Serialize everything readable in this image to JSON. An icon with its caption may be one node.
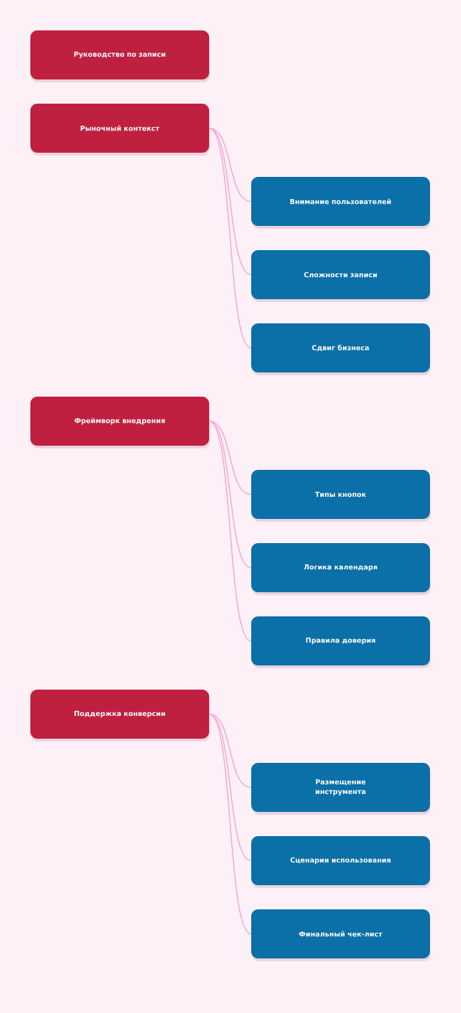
{
  "diagram": {
    "nodes": [
      {
        "text": [
          "Руководство по записи"
        ]
      },
      {
        "text": [
          "Рыночный контекст"
        ]
      },
      {
        "text": [
          "Внимание пользователей"
        ]
      },
      {
        "text": [
          "Сложности записи"
        ]
      },
      {
        "text": [
          "Сдвиг бизнеса"
        ]
      },
      {
        "text": [
          "Фреймворк внедрения"
        ]
      },
      {
        "text": [
          "Типы кнопок"
        ]
      },
      {
        "text": [
          "Логика календаря"
        ]
      },
      {
        "text": [
          "Правила доверия"
        ]
      },
      {
        "text": [
          "Поддержка конверсии"
        ]
      },
      {
        "text": [
          "Размещение инструмента"
        ]
      },
      {
        "text": [
          "Сценарии использования"
        ]
      },
      {
        "text": [
          "Финальный чек-лист"
        ]
      }
    ],
    "edges": [
      {
        "from": 1,
        "to": 2,
        "arrow": "none"
      },
      {
        "from": 1,
        "to": 3,
        "arrow": "none"
      },
      {
        "from": 1,
        "to": 4,
        "arrow": "none"
      },
      {
        "from": 5,
        "to": 6,
        "arrow": "none"
      },
      {
        "from": 5,
        "to": 7,
        "arrow": "none"
      },
      {
        "from": 5,
        "to": 8,
        "arrow": "none"
      },
      {
        "from": 9,
        "to": 10,
        "arrow": "none"
      },
      {
        "from": 9,
        "to": 11,
        "arrow": "none"
      },
      {
        "from": 9,
        "to": 12,
        "arrow": "none"
      }
    ]
  }
}
